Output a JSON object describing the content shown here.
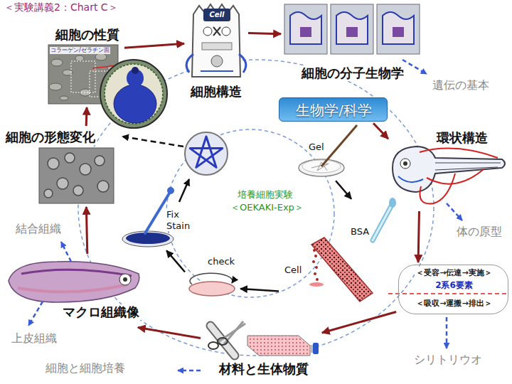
{
  "diagram": {
    "title": "＜実験講義2：Chart C＞",
    "nodes": [
      {
        "text": [
          "細胞の性質",
          "コラーゲン/ゼラチン面"
        ]
      },
      {
        "text": [
          "Cell",
          "細胞構造"
        ]
      },
      {
        "text": [
          "細胞の分子生物学"
        ]
      },
      {
        "text": [
          "生物学/科学"
        ]
      },
      {
        "text": [
          "環状構造"
        ]
      },
      {
        "text": [
          "＜受容→伝達→実施＞",
          "2系6要素",
          "＜吸収→運搬→排出＞"
        ]
      },
      {
        "text": [
          "材料と生体物質"
        ]
      },
      {
        "text": [
          "マクロ組織像"
        ]
      },
      {
        "text": [
          "細胞の形態変化"
        ]
      },
      {
        "text": [
          "Gel"
        ]
      },
      {
        "text": [
          "BSA"
        ]
      },
      {
        "text": [
          "Cell"
        ]
      },
      {
        "text": [
          "check"
        ]
      },
      {
        "text": [
          "Fix Stain"
        ]
      }
    ],
    "edges": [
      {
        "from": 0,
        "to": 1,
        "arrow": "to"
      },
      {
        "from": 1,
        "to": 2,
        "arrow": "to"
      },
      {
        "from": 3,
        "to": 4,
        "arrow": "to"
      },
      {
        "from": 4,
        "to": 5,
        "arrow": "to"
      },
      {
        "from": 5,
        "to": 6,
        "arrow": "to"
      },
      {
        "from": 6,
        "to": 7,
        "arrow": "to"
      },
      {
        "from": 7,
        "to": 8,
        "arrow": "to"
      },
      {
        "from": 8,
        "to": 0,
        "arrow": "to"
      },
      {
        "from": 9,
        "to": 10,
        "arrow": "to"
      },
      {
        "from": 11,
        "to": 12,
        "arrow": "to"
      },
      {
        "from": 12,
        "to": 13,
        "arrow": "to"
      }
    ],
    "labels": [
      "遺伝の基本",
      "体の原型",
      "シリトリウオ",
      "細胞と細胞培養",
      "結合組織",
      "上皮組織",
      "培養細胞実験",
      "＜OEKAKI-Exp＞"
    ]
  }
}
